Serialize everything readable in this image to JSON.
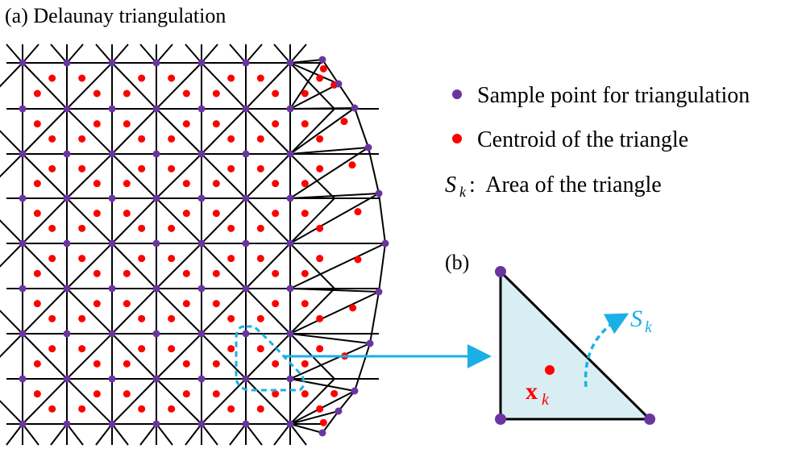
{
  "panel_a": {
    "title": "(a) Delaunay triangulation"
  },
  "panel_b": {
    "label": "(b)",
    "centroid_symbol": "x",
    "centroid_subscript": "k",
    "area_symbol": "S",
    "area_subscript": "k"
  },
  "legend": {
    "items": [
      {
        "text": "Sample point for triangulation",
        "marker": "purple-dot"
      },
      {
        "text": "Centroid of the triangle",
        "marker": "red-dot"
      },
      {
        "symbol": "S",
        "subscript": "k",
        "text": ":  Area of the triangle"
      }
    ]
  },
  "colors": {
    "sample_point": "#6a35a0",
    "centroid": "#ff0000",
    "edge": "#000000",
    "highlight": "#1ab0e6",
    "triangle_fill": "#d9eef3"
  }
}
